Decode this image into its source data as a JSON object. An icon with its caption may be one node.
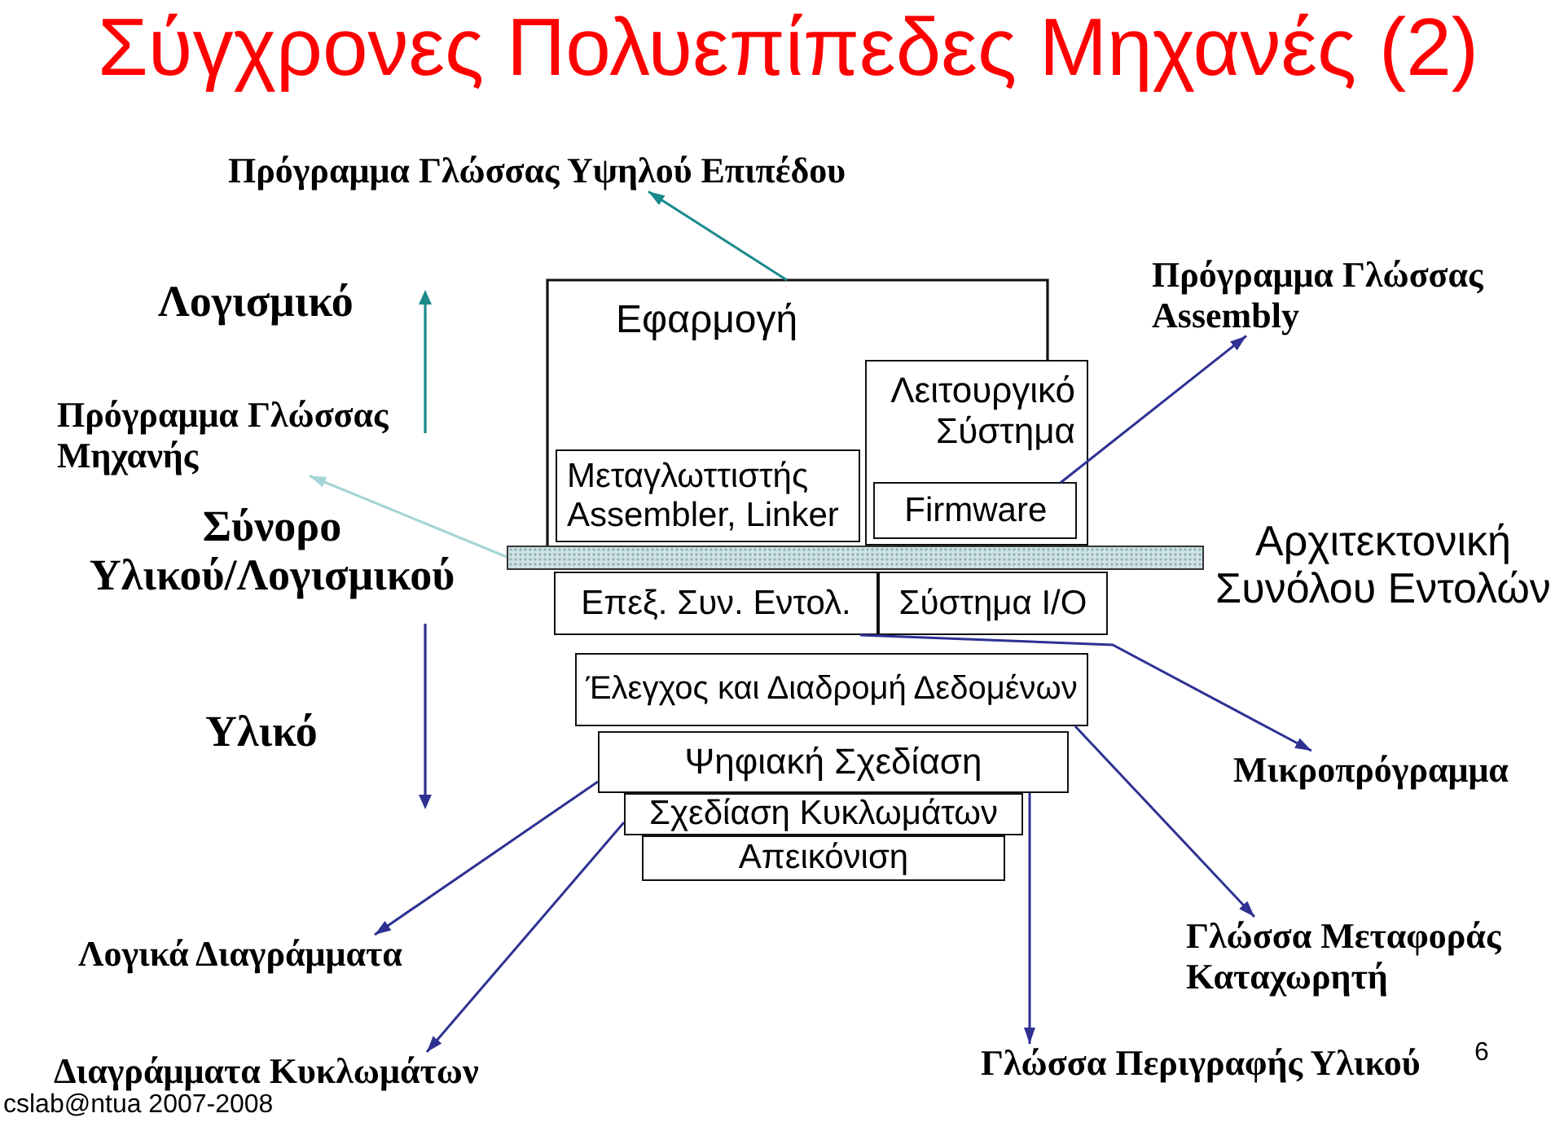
{
  "diagram": {
    "title": "Σύγχρονες Πολυεπίπεδες Μηχανές (2)",
    "nodes": [
      {
        "text": [
          "Πρόγραμμα Γλώσσας Υψηλού Επιπέδου"
        ]
      },
      {
        "text": [
          "Εφαρμογή"
        ]
      },
      {
        "text": [
          "Πρόγραμμα Γλώσσας Assembly"
        ]
      },
      {
        "text": [
          "Πρόγραμμα Γλώσσας Μηχανής"
        ]
      },
      {
        "text": [
          "Λειτουργικό Σύστημα"
        ],
        "in": 1
      },
      {
        "text": [
          "Μεταγλωττιστής Assembler, Linker"
        ],
        "in": 1
      },
      {
        "text": [
          "Firmware"
        ],
        "in": 4
      },
      {
        "text": [],
        "shape": "bar",
        "beside": [
          "Αρχιτεκτονική Συνόλου Εντολών"
        ]
      },
      {
        "text": [
          "Επεξ. Συν. Εντολ."
        ]
      },
      {
        "text": [
          "Σύστημα I/O"
        ]
      },
      {
        "text": [
          "Έλεγχος και Διαδρομή Δεδομένων"
        ]
      },
      {
        "text": [
          "Μικροπρόγραμμα"
        ]
      },
      {
        "text": [
          "Ψηφιακή Σχεδίαση"
        ]
      },
      {
        "text": [
          "Σχεδίαση Κυκλωμάτων"
        ]
      },
      {
        "text": [
          "Απεικόνιση"
        ]
      },
      {
        "text": [
          "Λογικά Διαγράμματα"
        ]
      },
      {
        "text": [
          "Γλώσσα Μεταφοράς Καταχωρητή"
        ]
      },
      {
        "text": [
          "Διαγράμματα Κυκλωμάτων"
        ]
      },
      {
        "text": [
          "Γλώσσα Περιγραφής Υλικού"
        ]
      }
    ],
    "edges": [
      {
        "from": 1,
        "to": 0,
        "arrow": "to",
        "color": "#1a8a8c"
      },
      {
        "from": 7,
        "to": 3,
        "arrow": "to",
        "color": "#a3d5d6"
      },
      {
        "from": 6,
        "to": 2,
        "arrow": "to"
      },
      {
        "from": 8,
        "to": 11,
        "arrow": "to"
      },
      {
        "from": 10,
        "to": 16,
        "arrow": "to"
      },
      {
        "from": 12,
        "to": 15,
        "arrow": "to"
      },
      {
        "from": 13,
        "to": 17,
        "arrow": "to"
      },
      {
        "from": 12,
        "to": 18,
        "arrow": "to"
      }
    ],
    "labels": [
      "Λογισμικό",
      "Σύνορο Υλικού/Λογισμικού",
      "Υλικό",
      "6",
      "cslab@ntua 2007-2008"
    ]
  }
}
